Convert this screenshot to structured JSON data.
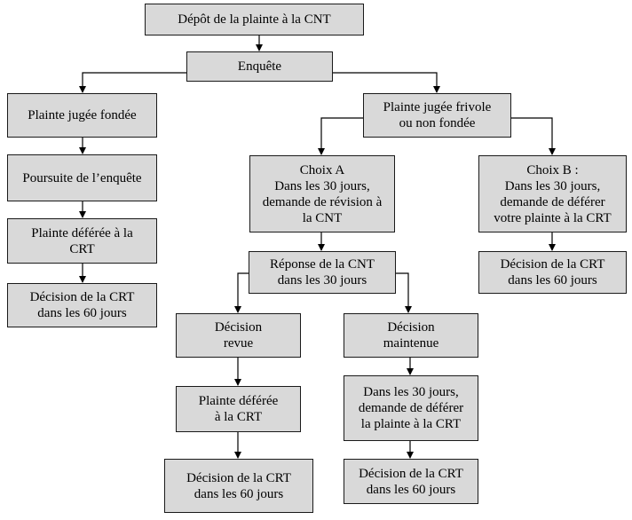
{
  "colors": {
    "box_fill": "#d9d9d9",
    "box_border": "#1a1a1a",
    "line": "#000000"
  },
  "nodes": {
    "depot": "Dépôt de la plainte à la CNT",
    "enquete": "Enquête",
    "fondee": "Plainte jugée fondée",
    "poursuite": "Poursuite de l’enquête",
    "deferee_gauche": "Plainte déférée à la\nCRT",
    "decision_gauche": "Décision de la CRT\ndans les 60 jours",
    "frivole": "Plainte jugée frivole\nou non fondée",
    "choix_a": "Choix A\nDans les 30 jours,\ndemande de révision à\nla CNT",
    "choix_b": "Choix B :\nDans les 30 jours,\ndemande de déférer\nvotre plainte à la CRT",
    "decision_choix_b": "Décision de la CRT\ndans les 60 jours",
    "reponse": "Réponse de la CNT\ndans les 30 jours",
    "revue": "Décision\nrevue",
    "maintenue": "Décision\nmaintenue",
    "deferee_revue": "Plainte déférée\nà la CRT",
    "demande_maintenue": "Dans les 30 jours,\ndemande de déférer\nla plainte à la CRT",
    "decision_revue": "Décision de la CRT\ndans les 60 jours",
    "decision_maintenue": "Décision de la CRT\ndans les 60 jours"
  }
}
